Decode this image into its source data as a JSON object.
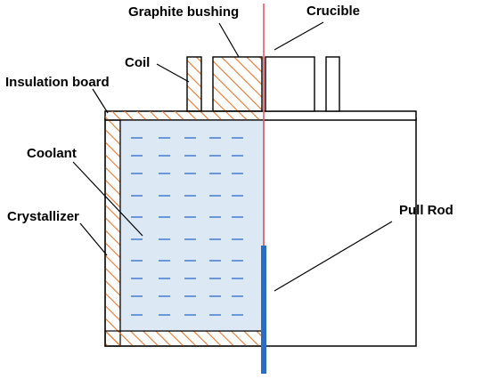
{
  "labels": {
    "graphite_bushing": "Graphite bushing",
    "crucible": "Crucible",
    "coil": "Coil",
    "insulation_board": "Insulation board",
    "coolant": "Coolant",
    "crystallizer": "Crystallizer",
    "pull_rod": "Pull Rod"
  },
  "colors": {
    "outline": "#000000",
    "hatch": "#E8772E",
    "coolant_fill": "#DDE8F5",
    "coolant_dash": "#5B8FD6",
    "pull_rod_thin": "#E85A6A",
    "pull_rod_thick": "#2B6CC4"
  }
}
